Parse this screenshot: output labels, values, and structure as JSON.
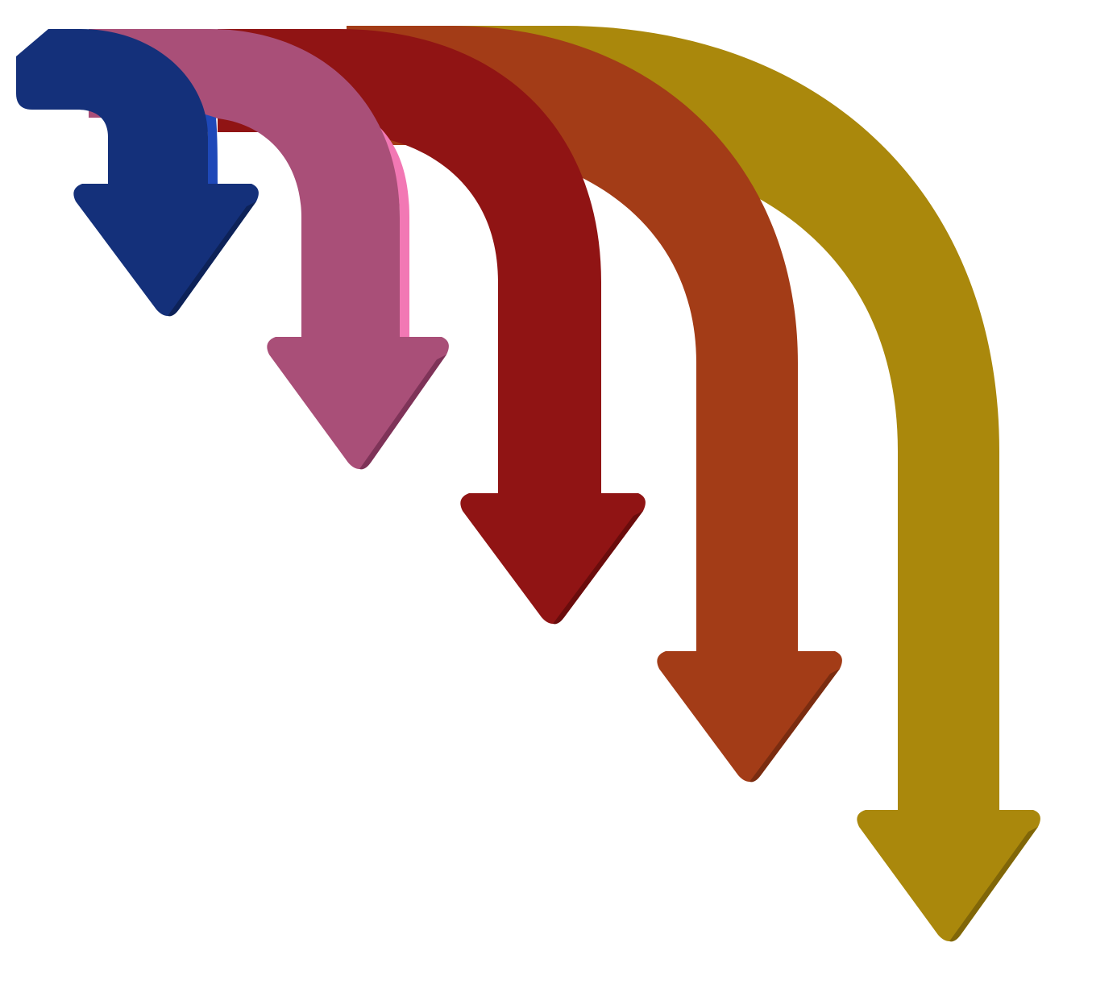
{
  "diagram": {
    "background": "#ffffff",
    "arrows": [
      {
        "id": "arrow-1",
        "order": 1,
        "color": "#14307a",
        "side_color": "#1e48b8",
        "shadow_color": "#0d2258"
      },
      {
        "id": "arrow-2",
        "order": 2,
        "color": "#a94f78",
        "side_color": "#f278b4",
        "shadow_color": "#7e3358"
      },
      {
        "id": "arrow-3",
        "order": 3,
        "color": "#901414",
        "side_color": "#d01818",
        "shadow_color": "#6a0c0c"
      },
      {
        "id": "arrow-4",
        "order": 4,
        "color": "#a33c17",
        "side_color": "#e0521e",
        "shadow_color": "#7a2c10"
      },
      {
        "id": "arrow-5",
        "order": 5,
        "color": "#aa880c",
        "side_color": "#c9a012",
        "shadow_color": "#806608"
      }
    ]
  }
}
